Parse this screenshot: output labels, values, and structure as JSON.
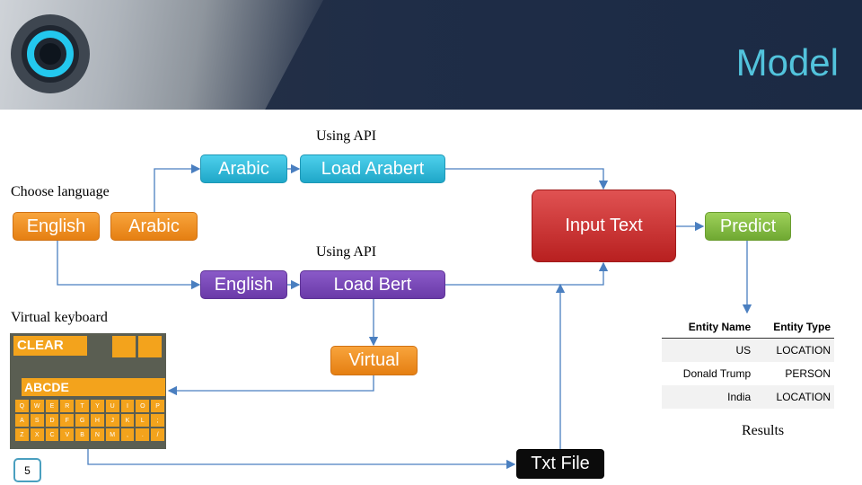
{
  "title": "Model",
  "labels": {
    "choose_language": "Choose language",
    "using_api_top": "Using API",
    "using_api_bottom": "Using API",
    "virtual_keyboard": "Virtual  keyboard",
    "results": "Results"
  },
  "nodes": {
    "english": "English",
    "arabic": "Arabic",
    "arabic_api": "Arabic",
    "load_arabert": "Load Arabert",
    "english_api": "English",
    "load_bert": "Load Bert",
    "virtual": "Virtual",
    "input_text": "Input Text",
    "predict": "Predict",
    "txt_file": "Txt File"
  },
  "keyboard": {
    "clear": "CLEAR",
    "typed": "ABCDE",
    "keys": [
      "Q",
      "W",
      "E",
      "R",
      "T",
      "Y",
      "U",
      "I",
      "O",
      "P",
      "A",
      "S",
      "D",
      "F",
      "G",
      "H",
      "J",
      "K",
      "L",
      ";",
      "Z",
      "X",
      "C",
      "V",
      "B",
      "N",
      "M",
      ",",
      ".",
      "/"
    ]
  },
  "results_table": {
    "headers": [
      "Entity Name",
      "Entity Type"
    ],
    "rows": [
      [
        "US",
        "LOCATION"
      ],
      [
        "Donald Trump",
        "PERSON"
      ],
      [
        "India",
        "LOCATION"
      ]
    ]
  },
  "slide_number": "5",
  "colors": {
    "title": "#52c3dc",
    "orange": "#f39a2c",
    "blue": "#2fb8d8",
    "purple": "#7a4ab8",
    "red": "#c83232",
    "green": "#86bd46",
    "arrow": "#4a7fc0"
  }
}
